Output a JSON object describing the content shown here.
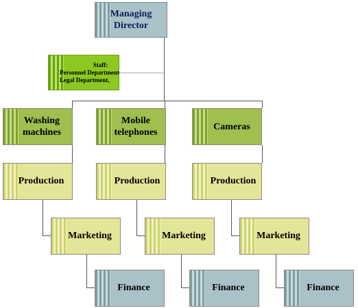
{
  "chart": {
    "managing_director": "Managing Director",
    "staff": {
      "title": "Staff:",
      "line1": "Personnel Department,",
      "line2": "Legal Department,"
    },
    "divisions": [
      {
        "name": "Washing machines",
        "production": "Production",
        "marketing": "Marketing",
        "finance": "Finance"
      },
      {
        "name": "Mobile telephones",
        "production": "Production",
        "marketing": "Marketing",
        "finance": "Finance"
      },
      {
        "name": "Cameras",
        "production": "Production",
        "marketing": "Marketing",
        "finance": "Finance"
      }
    ]
  },
  "colors": {
    "top_box": "#a9c2c7",
    "staff_box": "#8cc920",
    "division_box": "#9fbf4e",
    "department_box": "#e3e598",
    "finance_box": "#a9c2c7"
  }
}
